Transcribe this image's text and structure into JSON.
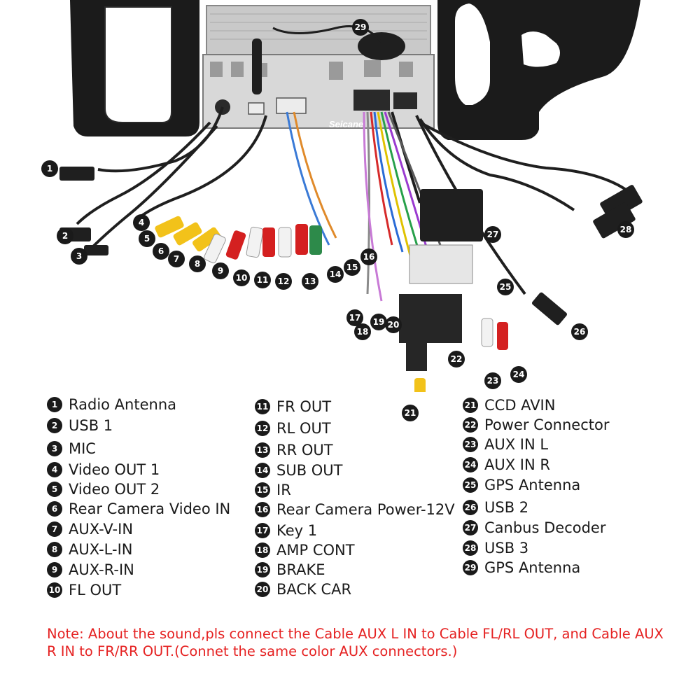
{
  "legend": [
    {
      "num": "1",
      "label": "Radio Antenna"
    },
    {
      "num": "2",
      "label": "USB 1"
    },
    {
      "num": "3",
      "label": "MIC"
    },
    {
      "num": "4",
      "label": "Video OUT 1"
    },
    {
      "num": "5",
      "label": "Video OUT 2"
    },
    {
      "num": "6",
      "label": "Rear Camera Video IN"
    },
    {
      "num": "7",
      "label": "AUX-V-IN"
    },
    {
      "num": "8",
      "label": "AUX-L-IN"
    },
    {
      "num": "9",
      "label": "AUX-R-IN"
    },
    {
      "num": "10",
      "label": "FL OUT"
    },
    {
      "num": "11",
      "label": "FR OUT"
    },
    {
      "num": "12",
      "label": "RL OUT"
    },
    {
      "num": "13",
      "label": "RR OUT"
    },
    {
      "num": "14",
      "label": "SUB OUT"
    },
    {
      "num": "15",
      "label": "IR"
    },
    {
      "num": "16",
      "label": "Rear Camera Power-12V"
    },
    {
      "num": "17",
      "label": "Key 1"
    },
    {
      "num": "18",
      "label": "AMP CONT"
    },
    {
      "num": "19",
      "label": "BRAKE"
    },
    {
      "num": "20",
      "label": "BACK CAR"
    },
    {
      "num": "21",
      "label": "CCD AVIN"
    },
    {
      "num": "22",
      "label": "Power Connector"
    },
    {
      "num": "23",
      "label": "AUX IN L"
    },
    {
      "num": "24",
      "label": "AUX IN R"
    },
    {
      "num": "25",
      "label": "GPS Antenna"
    },
    {
      "num": "26",
      "label": "USB 2"
    },
    {
      "num": "27",
      "label": "Canbus Decoder"
    },
    {
      "num": "28",
      "label": "USB 3"
    },
    {
      "num": "29",
      "label": "GPS Antenna"
    }
  ],
  "note": "Note: About the sound,pls connect the Cable AUX L IN to Cable FL/RL OUT, and Cable AUX R IN to  FR/RR OUT.(Connet the same color AUX connectors.)",
  "watermark": "Seicane",
  "colors": {
    "note_red": "#e52222",
    "rca_yellow": "#f2c21a",
    "rca_red": "#d42020",
    "rca_white": "#f2f2f2",
    "rca_green": "#2d8a4a",
    "badge_black": "#1a1a1a"
  }
}
